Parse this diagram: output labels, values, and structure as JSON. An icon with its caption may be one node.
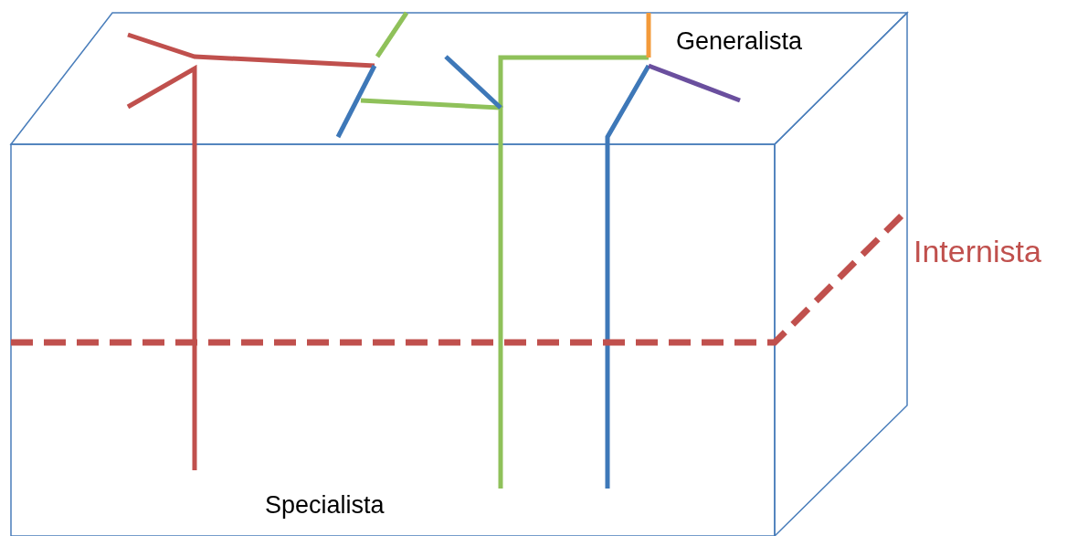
{
  "diagram": {
    "labels": [
      "Generalista",
      "Internista",
      "Specialista"
    ]
  }
}
